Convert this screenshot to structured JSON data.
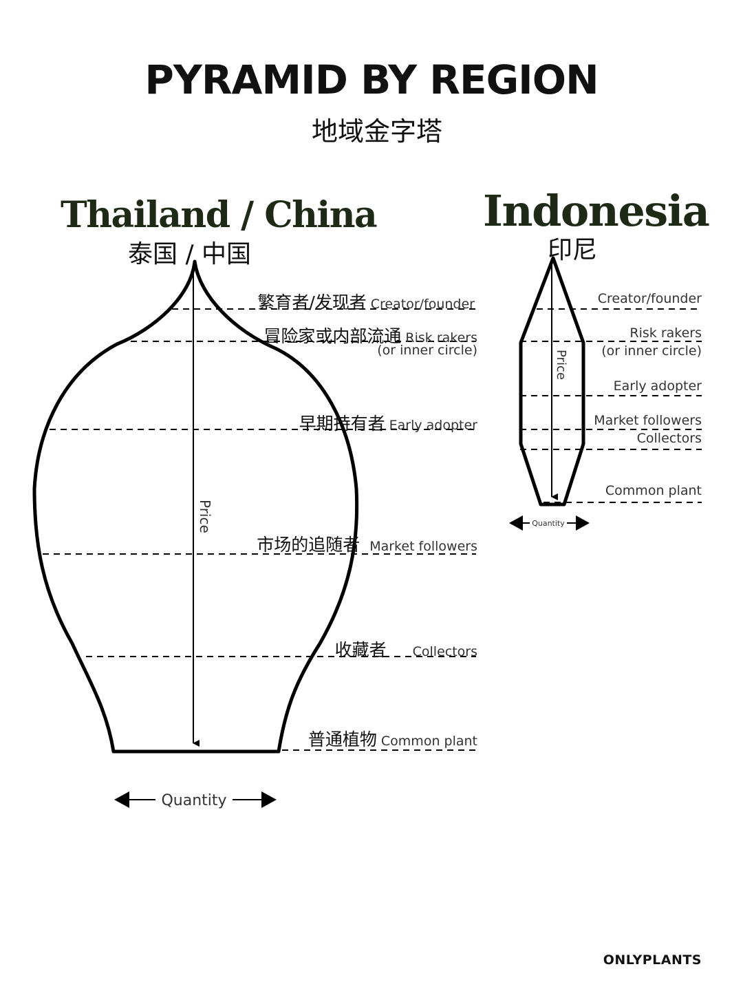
{
  "header": {
    "title": "PYRAMID BY REGION",
    "subtitle": "地域金字塔"
  },
  "thailand_china": {
    "heading": "Thailand / China",
    "heading_cn": "泰国 / 中国",
    "axis_price": "Price",
    "axis_quantity": "Quantity",
    "tiers": [
      {
        "cn": "繁育者/发现者",
        "en": "Creator/founder"
      },
      {
        "cn": "冒险家或内部流通",
        "en": "Risk rakers",
        "en_sub": "(or inner circle)"
      },
      {
        "cn": "早期持有者",
        "en": "Early adopter"
      },
      {
        "cn": "市场的追随者",
        "en": "Market followers"
      },
      {
        "cn": "收藏者",
        "en": "Collectors"
      },
      {
        "cn": "普通植物",
        "en": "Common plant"
      }
    ]
  },
  "indonesia": {
    "heading": "Indonesia",
    "heading_cn": "印尼",
    "axis_price": "Price",
    "axis_quantity": "Quantity",
    "tiers": [
      {
        "en": "Creator/founder"
      },
      {
        "en": "Risk rakers",
        "en_sub": "(or inner circle)"
      },
      {
        "en": "Early adopter"
      },
      {
        "en": "Market followers"
      },
      {
        "en": "Collectors"
      },
      {
        "en": "Common plant"
      }
    ]
  },
  "footer": {
    "brand": "ONLYPLANTS"
  },
  "colors": {
    "heading_green": "#1f2a16",
    "outline": "#000000",
    "background": "#ffffff"
  }
}
